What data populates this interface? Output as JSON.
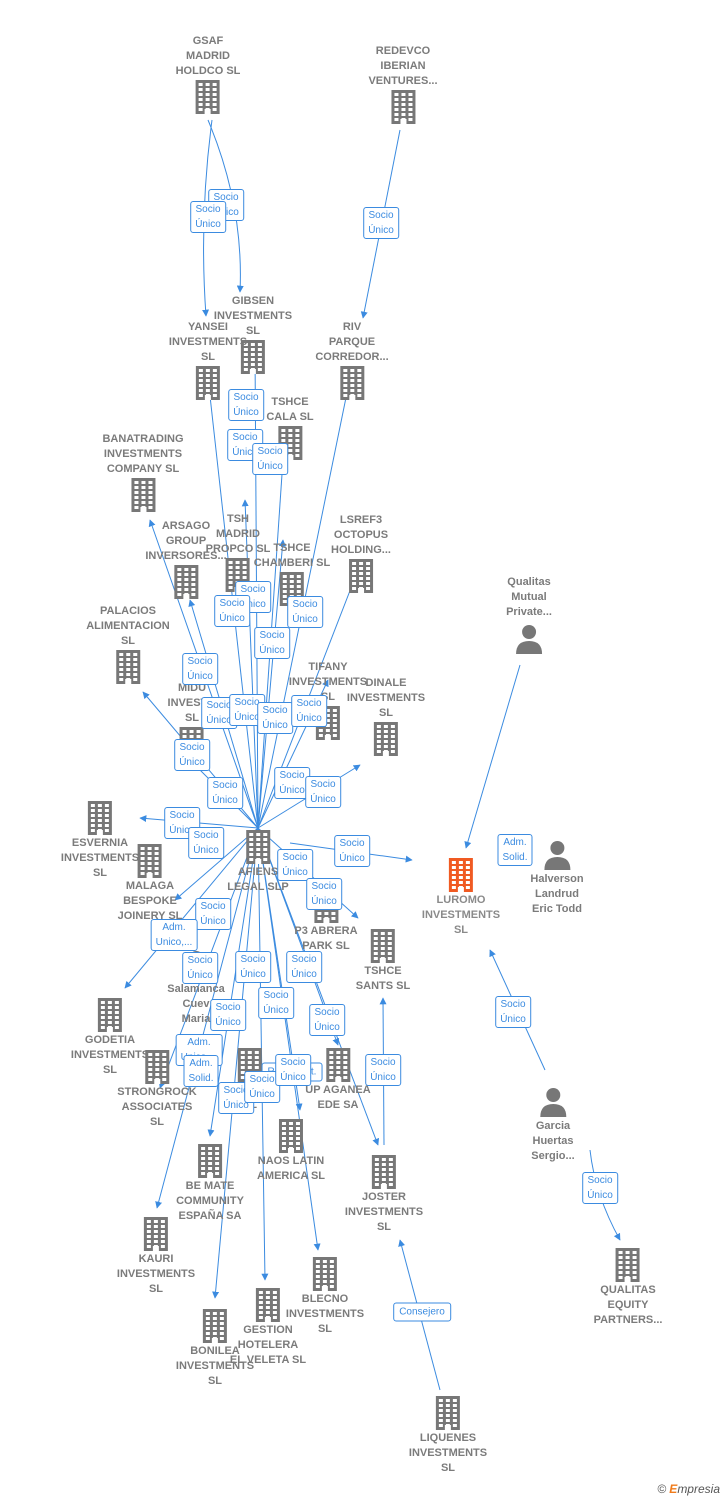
{
  "colors": {
    "edge": "#3b8be0",
    "building": "#777777",
    "focus": "#f05a22",
    "person": "#777777"
  },
  "nodes": [
    {
      "id": "gsaf",
      "type": "building",
      "label": "GSAF\nMADRID\nHOLDCO  SL"
    },
    {
      "id": "redevco",
      "type": "building",
      "label": "REDEVCO\nIBERIAN\nVENTURES..."
    },
    {
      "id": "gibsen",
      "type": "building",
      "label": "GIBSEN\nINVESTMENTS\nSL"
    },
    {
      "id": "yansei",
      "type": "building",
      "label": "YANSEI\nINVESTMENTS\nSL"
    },
    {
      "id": "riv",
      "type": "building",
      "label": "RIV\nPARQUE\nCORREDOR..."
    },
    {
      "id": "tshce_cala",
      "type": "building",
      "label": "TSHCE\nCALA  SL"
    },
    {
      "id": "banatrading",
      "type": "building",
      "label": "BANATRADING\nINVESTMENTS\nCOMPANY  SL"
    },
    {
      "id": "arsago",
      "type": "building",
      "label": "ARSAGO\nGROUP\nINVERSORES..."
    },
    {
      "id": "tsh_madrid",
      "type": "building",
      "label": "TSH\nMADRID\nPROPCO  SL"
    },
    {
      "id": "tshce_chamberi",
      "type": "building",
      "label": "TSHCE\nCHAMBERI  SL"
    },
    {
      "id": "lsref3",
      "type": "building",
      "label": "LSREF3\nOCTOPUS\nHOLDING..."
    },
    {
      "id": "qualitas_mutual",
      "type": "person",
      "label": "Qualitas\nMutual\nPrivate..."
    },
    {
      "id": "palacios",
      "type": "building",
      "label": "PALACIOS\nALIMENTACION\nSL"
    },
    {
      "id": "tifany",
      "type": "building",
      "label": "TIFANY\nINVESTMENTS\nSL"
    },
    {
      "id": "dinale",
      "type": "building",
      "label": "DINALE\nINVESTMENTS\nSL"
    },
    {
      "id": "midu",
      "type": "building",
      "label": "MIDU\nINVESTM\nSL"
    },
    {
      "id": "esvernia",
      "type": "building",
      "label": "ESVERNIA\nINVESTMENTS\nSL"
    },
    {
      "id": "afiens",
      "type": "building",
      "label": "AFIENS\nLEGAL  SLP"
    },
    {
      "id": "luromo",
      "type": "focus",
      "label": "LUROMO\nINVESTMENTS\nSL"
    },
    {
      "id": "halverson",
      "type": "person",
      "label": "Halverson\nLandrud\nEric Todd"
    },
    {
      "id": "malaga",
      "type": "building",
      "label": "MALAGA\nBESPOKE\nJOINERY  SL"
    },
    {
      "id": "p3_abrera",
      "type": "building",
      "label": "P3 ABRERA\nPARK  SL"
    },
    {
      "id": "tshce_sants",
      "type": "building",
      "label": "TSHCE\nSANTS  SL"
    },
    {
      "id": "salamanca",
      "type": "person",
      "label": "Salamanca\nCuev\nMaria"
    },
    {
      "id": "godetia",
      "type": "building",
      "label": "GODETIA\nINVESTMENTS\nSL"
    },
    {
      "id": "strongrock",
      "type": "building",
      "label": "STRONGROCK\nASSOCIATES\nSL"
    },
    {
      "id": "ments",
      "type": "building",
      "label": "IENTS\nSL"
    },
    {
      "id": "aganea",
      "type": "building",
      "label": "UP AGANEA\nEDE SA"
    },
    {
      "id": "garcia",
      "type": "person",
      "label": "Garcia\nHuertas\nSergio..."
    },
    {
      "id": "naos",
      "type": "building",
      "label": "NAOS LATIN\nAMERICA  SL"
    },
    {
      "id": "bemate",
      "type": "building",
      "label": "BE MATE\nCOMMUNITY\nESPAÑA SA"
    },
    {
      "id": "joster",
      "type": "building",
      "label": "JOSTER\nINVESTMENTS\nSL"
    },
    {
      "id": "kauri",
      "type": "building",
      "label": "KAURI\nINVESTMENTS\nSL"
    },
    {
      "id": "qualitas_equity",
      "type": "building",
      "label": "QUALITAS\nEQUITY\nPARTNERS..."
    },
    {
      "id": "blecno",
      "type": "building",
      "label": "BLECNO\nINVESTMENTS\nSL"
    },
    {
      "id": "gestion",
      "type": "building",
      "label": "GESTION\nHOTELERA\nEL VELETA  SL"
    },
    {
      "id": "bonilea",
      "type": "building",
      "label": "BONILEA\nINVESTMENTS\nSL"
    },
    {
      "id": "liquenes",
      "type": "building",
      "label": "LIQUENES\nINVESTMENTS\nSL"
    }
  ],
  "edge_labels": [
    {
      "text": "Socio\nÚnico"
    },
    {
      "text": "Socio\nÚnico"
    },
    {
      "text": "Socio\nÚnico"
    },
    {
      "text": "Socio\nÚnico"
    },
    {
      "text": "Socio\nÚnico"
    },
    {
      "text": "Socio\nÚnico"
    },
    {
      "text": "Socio\nÚnico"
    },
    {
      "text": "Socio\nÚnico"
    },
    {
      "text": "Socio\nÚnico"
    },
    {
      "text": "Socio\nÚnico"
    },
    {
      "text": "Socio\nÚnico"
    },
    {
      "text": "Socio\nÚnico"
    },
    {
      "text": "Socio\nÚnico"
    },
    {
      "text": "Socio\nÚnico"
    },
    {
      "text": "Socio\nÚnico"
    },
    {
      "text": "Socio\nÚnico"
    },
    {
      "text": "Socio\nÚnico"
    },
    {
      "text": "Socio\nÚnico"
    },
    {
      "text": "Socio\nÚnico"
    },
    {
      "text": "Socio\nÚnico"
    },
    {
      "text": "Socio\nÚnico"
    },
    {
      "text": "Socio\nÚnico"
    },
    {
      "text": "Adm.\nSolid."
    },
    {
      "text": "Socio\nÚnico"
    },
    {
      "text": "Socio\nÚnico"
    },
    {
      "text": "Socio\nÚnico"
    },
    {
      "text": "Adm.\nUnico,..."
    },
    {
      "text": "Socio\nÚnico"
    },
    {
      "text": "Socio\nÚnico"
    },
    {
      "text": "Socio\nÚnico"
    },
    {
      "text": "Socio\nÚnico"
    },
    {
      "text": "Socio\nÚnico"
    },
    {
      "text": "Socio\nÚnico"
    },
    {
      "text": "Adm.\nUnico,..."
    },
    {
      "text": "Socio\nÚnico"
    },
    {
      "text": "Adm.\nSolid."
    },
    {
      "text": "Socio\nÚnico"
    },
    {
      "text": "Socio\nÚnico"
    },
    {
      "text": "Represent."
    },
    {
      "text": "Socio\nÚnico"
    },
    {
      "text": "Socio\nÚnico"
    },
    {
      "text": "Socio\nÚnico"
    },
    {
      "text": "Consejero"
    },
    {
      "text": "Socio\nÚnico"
    }
  ],
  "footer": {
    "copyright": "©",
    "brand_e": "E",
    "brand": "mpresia"
  }
}
